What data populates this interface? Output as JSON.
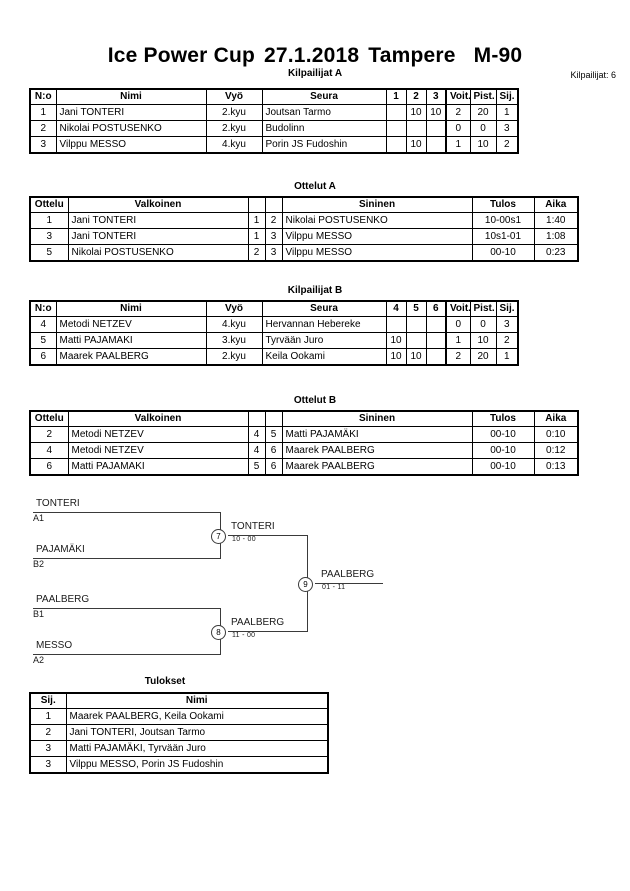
{
  "header": {
    "title_main": "Ice Power Cup",
    "title_date": "27.1.2018",
    "title_place": "Tampere",
    "title_class": "M-90",
    "entrant_count": "Kilpailijat: 6"
  },
  "pool_a": {
    "caption": "Kilpailijat A",
    "columns": [
      "N:o",
      "Nimi",
      "Vyö",
      "Seura",
      "1",
      "2",
      "3",
      "Voit.",
      "Pist.",
      "Sij."
    ],
    "rows": [
      {
        "no": "1",
        "name": "Jani TONTERI",
        "belt": "2.kyu",
        "club": "Joutsan Tarmo",
        "m1": "",
        "m2": "10",
        "m3": "10",
        "wins": "2",
        "points": "20",
        "rank": "1"
      },
      {
        "no": "2",
        "name": "Nikolai POSTUSENKO",
        "belt": "2.kyu",
        "club": "Budolinn",
        "m1": "",
        "m2": "",
        "m3": "",
        "wins": "0",
        "points": "0",
        "rank": "3"
      },
      {
        "no": "3",
        "name": "Vilppu MESSO",
        "belt": "4.kyu",
        "club": "Porin JS Fudoshin",
        "m1": "",
        "m2": "10",
        "m3": "",
        "wins": "1",
        "points": "10",
        "rank": "2"
      }
    ]
  },
  "matches_a": {
    "caption": "Ottelut A",
    "columns": [
      "Ottelu",
      "Valkoinen",
      "",
      "",
      "Sininen",
      "Tulos",
      "Aika"
    ],
    "rows": [
      {
        "no": "1",
        "white": "Jani TONTERI",
        "wn": "1",
        "bn": "2",
        "blue": "Nikolai POSTUSENKO",
        "result": "10-00s1",
        "time": "1:40"
      },
      {
        "no": "3",
        "white": "Jani TONTERI",
        "wn": "1",
        "bn": "3",
        "blue": "Vilppu MESSO",
        "result": "10s1-01",
        "time": "1:08"
      },
      {
        "no": "5",
        "white": "Nikolai POSTUSENKO",
        "wn": "2",
        "bn": "3",
        "blue": "Vilppu MESSO",
        "result": "00-10",
        "time": "0:23"
      }
    ]
  },
  "pool_b": {
    "caption": "Kilpailijat B",
    "columns": [
      "N:o",
      "Nimi",
      "Vyö",
      "Seura",
      "4",
      "5",
      "6",
      "Voit.",
      "Pist.",
      "Sij."
    ],
    "rows": [
      {
        "no": "4",
        "name": "Metodi NETZEV",
        "belt": "4.kyu",
        "club": "Hervannan Hebereke",
        "m1": "",
        "m2": "",
        "m3": "",
        "wins": "0",
        "points": "0",
        "rank": "3"
      },
      {
        "no": "5",
        "name": "Matti PAJAMAKI",
        "belt": "3.kyu",
        "club": "Tyrvään Juro",
        "m1": "10",
        "m2": "",
        "m3": "",
        "wins": "1",
        "points": "10",
        "rank": "2"
      },
      {
        "no": "6",
        "name": "Maarek PAALBERG",
        "belt": "2.kyu",
        "club": "Keila Ookami",
        "m1": "10",
        "m2": "10",
        "m3": "",
        "wins": "2",
        "points": "20",
        "rank": "1"
      }
    ]
  },
  "matches_b": {
    "caption": "Ottelut B",
    "columns": [
      "Ottelu",
      "Valkoinen",
      "",
      "",
      "Sininen",
      "Tulos",
      "Aika"
    ],
    "rows": [
      {
        "no": "2",
        "white": "Metodi NETZEV",
        "wn": "4",
        "bn": "5",
        "blue": "Matti PAJAMÄKI",
        "result": "00-10",
        "time": "0:10"
      },
      {
        "no": "4",
        "white": "Metodi NETZEV",
        "wn": "4",
        "bn": "6",
        "blue": "Maarek PAALBERG",
        "result": "00-10",
        "time": "0:12"
      },
      {
        "no": "6",
        "white": "Matti PAJAMAKI",
        "wn": "5",
        "bn": "6",
        "blue": "Maarek PAALBERG",
        "result": "00-10",
        "time": "0:13"
      }
    ]
  },
  "bracket": {
    "entrants": [
      {
        "name": "TONTERI",
        "seed": "A1"
      },
      {
        "name": "PAJAMÄKI",
        "seed": "B2"
      },
      {
        "name": "PAALBERG",
        "seed": "B1"
      },
      {
        "name": "MESSO",
        "seed": "A2"
      }
    ],
    "semifinal_1": {
      "number": "7",
      "winner": "TONTERI",
      "score": "10 - 00"
    },
    "semifinal_2": {
      "number": "8",
      "winner": "PAALBERG",
      "score": "11 - 00"
    },
    "final": {
      "number": "9",
      "winner": "PAALBERG",
      "score": "01 - 11"
    }
  },
  "results": {
    "caption": "Tulokset",
    "columns": [
      "Sij.",
      "Nimi"
    ],
    "rows": [
      {
        "rank": "1",
        "name": "Maarek PAALBERG, Keila Ookami"
      },
      {
        "rank": "2",
        "name": "Jani TONTERI, Joutsan Tarmo"
      },
      {
        "rank": "3",
        "name": "Matti PAJAMÄKI, Tyrvään Juro"
      },
      {
        "rank": "3",
        "name": "Vilppu MESSO, Porin JS Fudoshin"
      }
    ]
  }
}
